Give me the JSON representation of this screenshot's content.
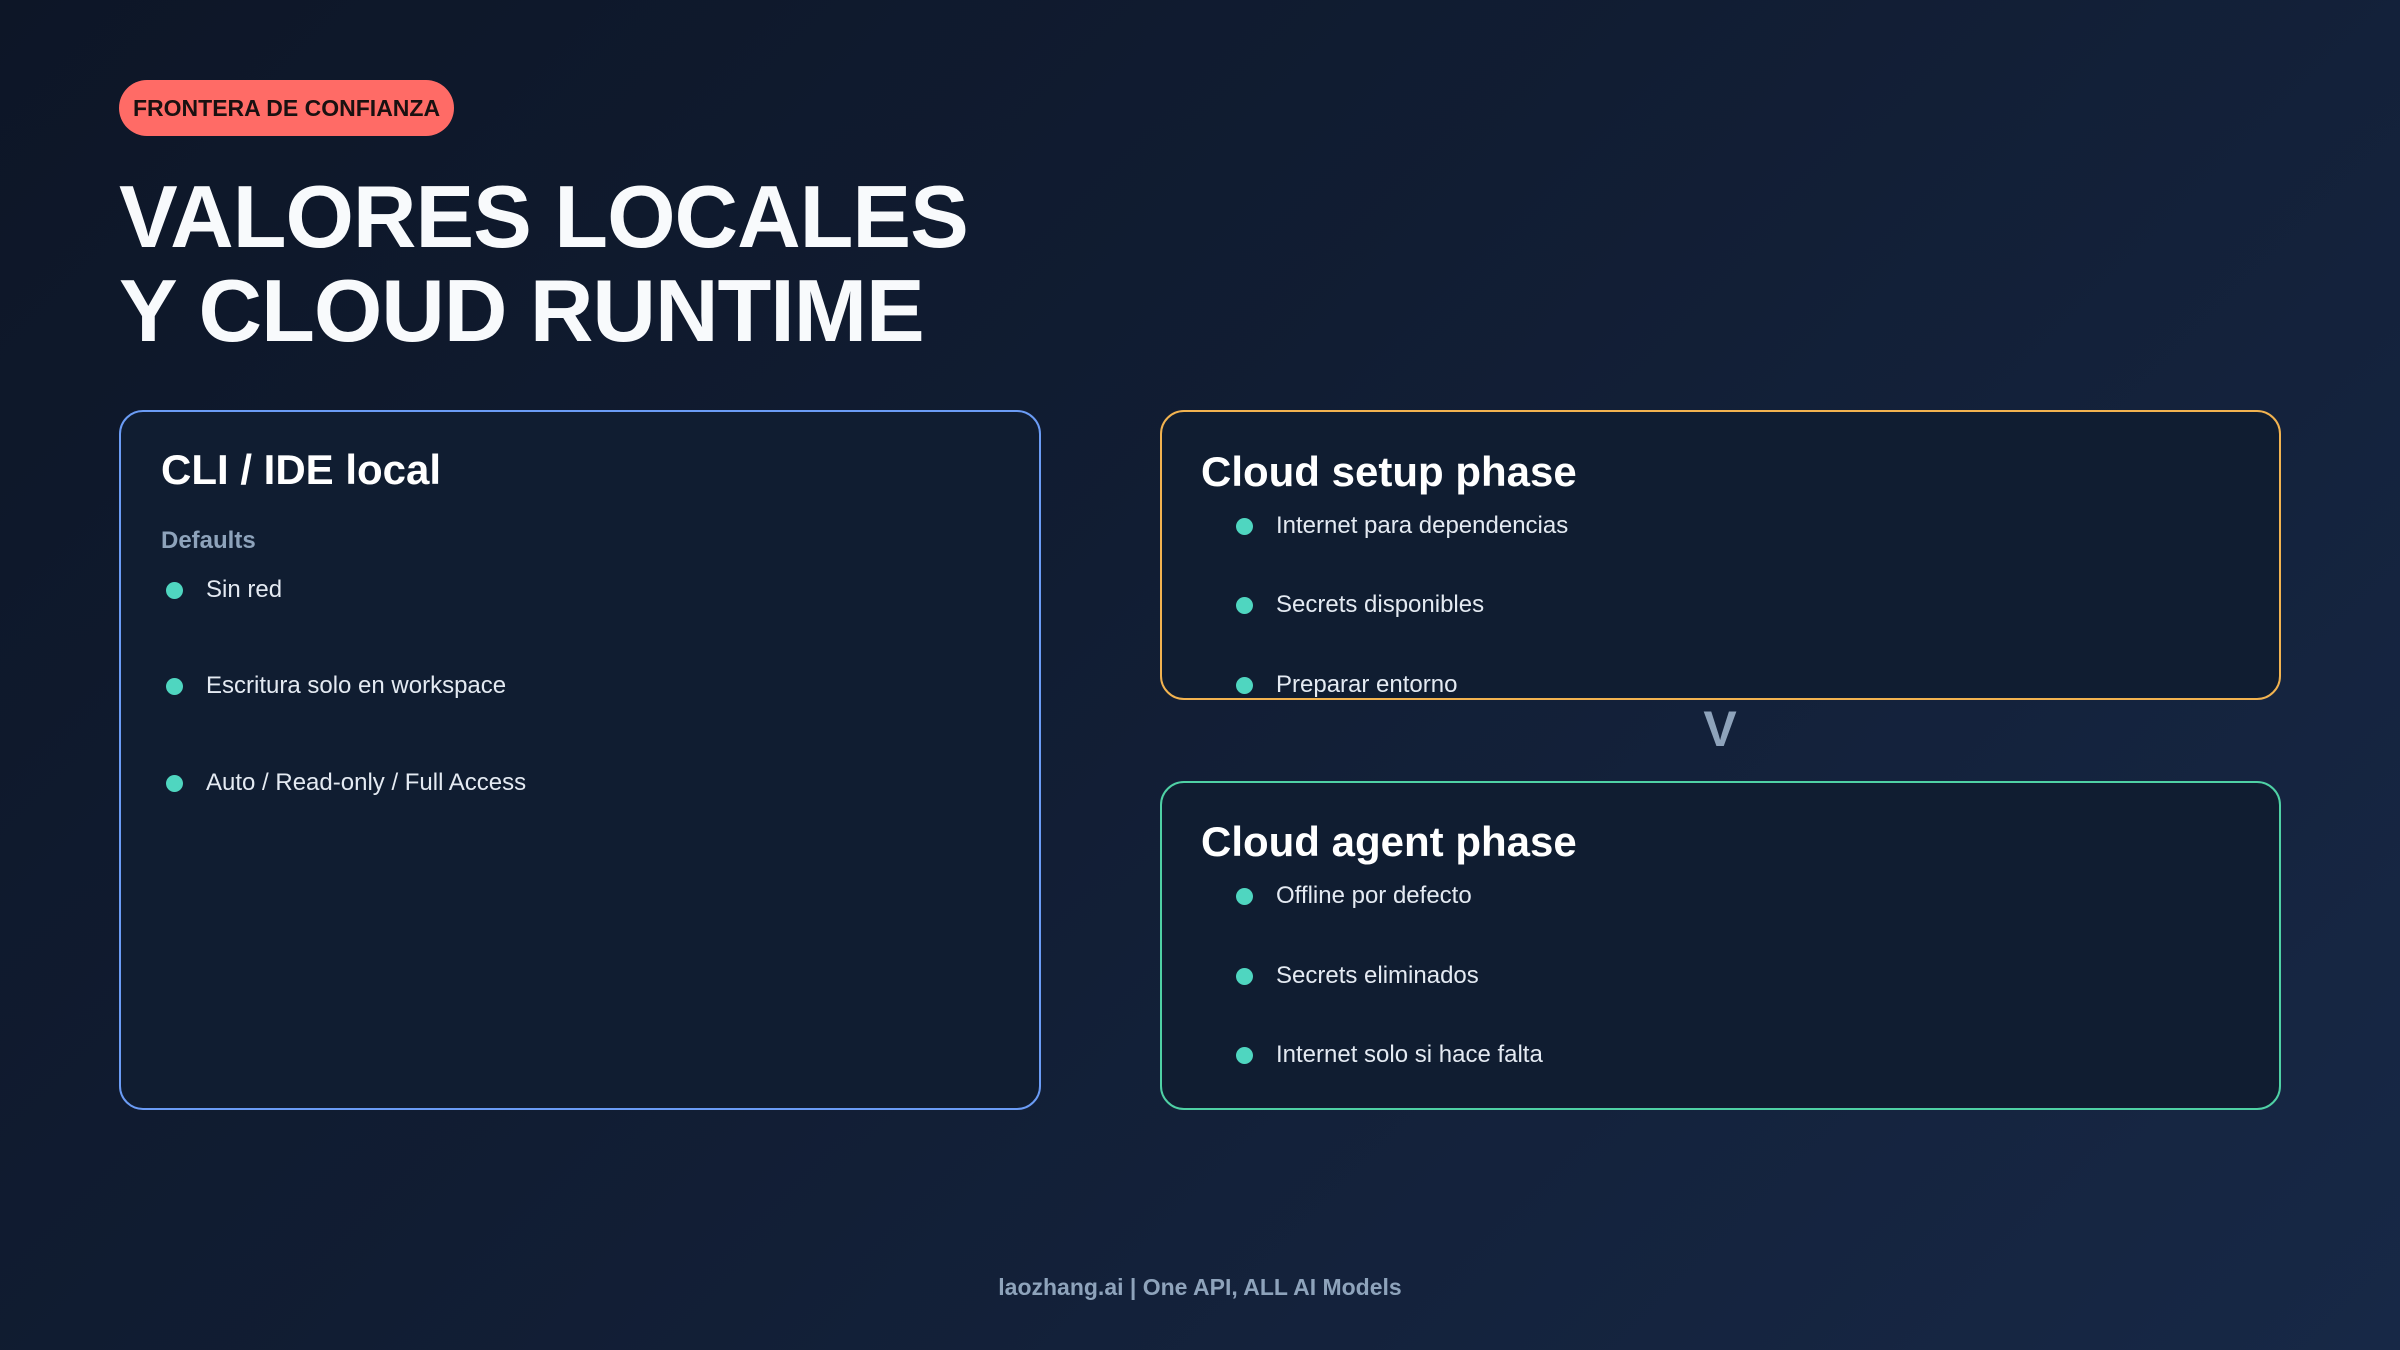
{
  "badge": "FRONTERA DE CONFIANZA",
  "title": {
    "line1": "VALORES LOCALES",
    "line2": "Y CLOUD RUNTIME"
  },
  "colors": {
    "badge": "#ff6b66",
    "local_border": "#6b9cf5",
    "setup_border": "#f2b350",
    "agent_border": "#4fd1a5",
    "bullet": "#4fd6c0"
  },
  "local": {
    "title": "CLI / IDE local",
    "subtitle": "Defaults",
    "items": [
      "Sin red",
      "Escritura solo en workspace",
      "Auto / Read-only / Full Access"
    ]
  },
  "setup": {
    "title": "Cloud setup phase",
    "items": [
      "Internet para dependencias",
      "Secrets disponibles",
      "Preparar entorno"
    ]
  },
  "arrow": "V",
  "agent": {
    "title": "Cloud agent phase",
    "items": [
      "Offline por defecto",
      "Secrets eliminados",
      "Internet solo si hace falta"
    ]
  },
  "footer": "laozhang.ai | One API, ALL AI Models"
}
